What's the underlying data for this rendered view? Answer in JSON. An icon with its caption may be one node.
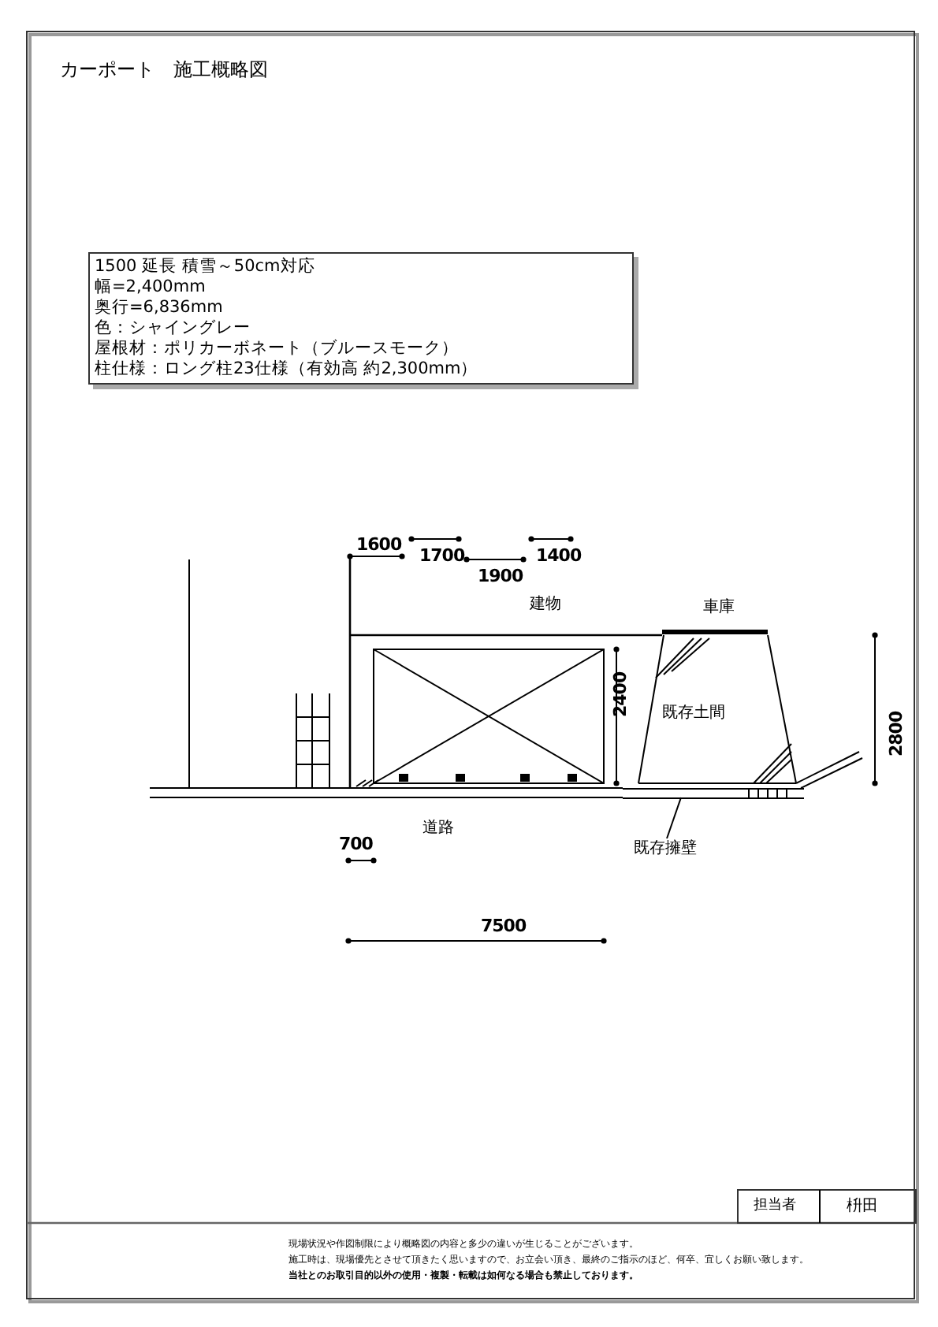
{
  "diagram": {
    "title": "カーポート　施工概略図",
    "nodes": [
      {
        "text": [
          "1500 延長 積雪～50cm対応",
          "幅=2,400mm",
          "奥行=6,836mm",
          "色：シャイングレー",
          "屋根材：ポリカーボネート（ブルースモーク）",
          "柱仕様：ロング柱23仕様（有効高 約2,300mm）"
        ]
      },
      {
        "text": [
          "既存擁壁"
        ]
      },
      {
        "text": [],
        "shape": "bar"
      }
    ],
    "edges": [
      {
        "from": 1,
        "to": 2,
        "arrow": "none"
      }
    ],
    "labels": [
      "1600",
      "1700",
      "1900",
      "1400",
      "建物",
      "車庫",
      "2400",
      "既存土間",
      "2800",
      "道路",
      "700",
      "7500",
      "担当者",
      "枡田",
      "現場状況や作図制限により概略図の内容と多少の違いが生じることがございます。",
      "施工時は、現場優先とさせて頂きたく思いますので、お立会い頂き、最終のご指示のほど、何卒、宜しくお願い致します。",
      "当社とのお取引目的以外の使用・複製・転載は如何なる場合も禁止しております。"
    ]
  }
}
